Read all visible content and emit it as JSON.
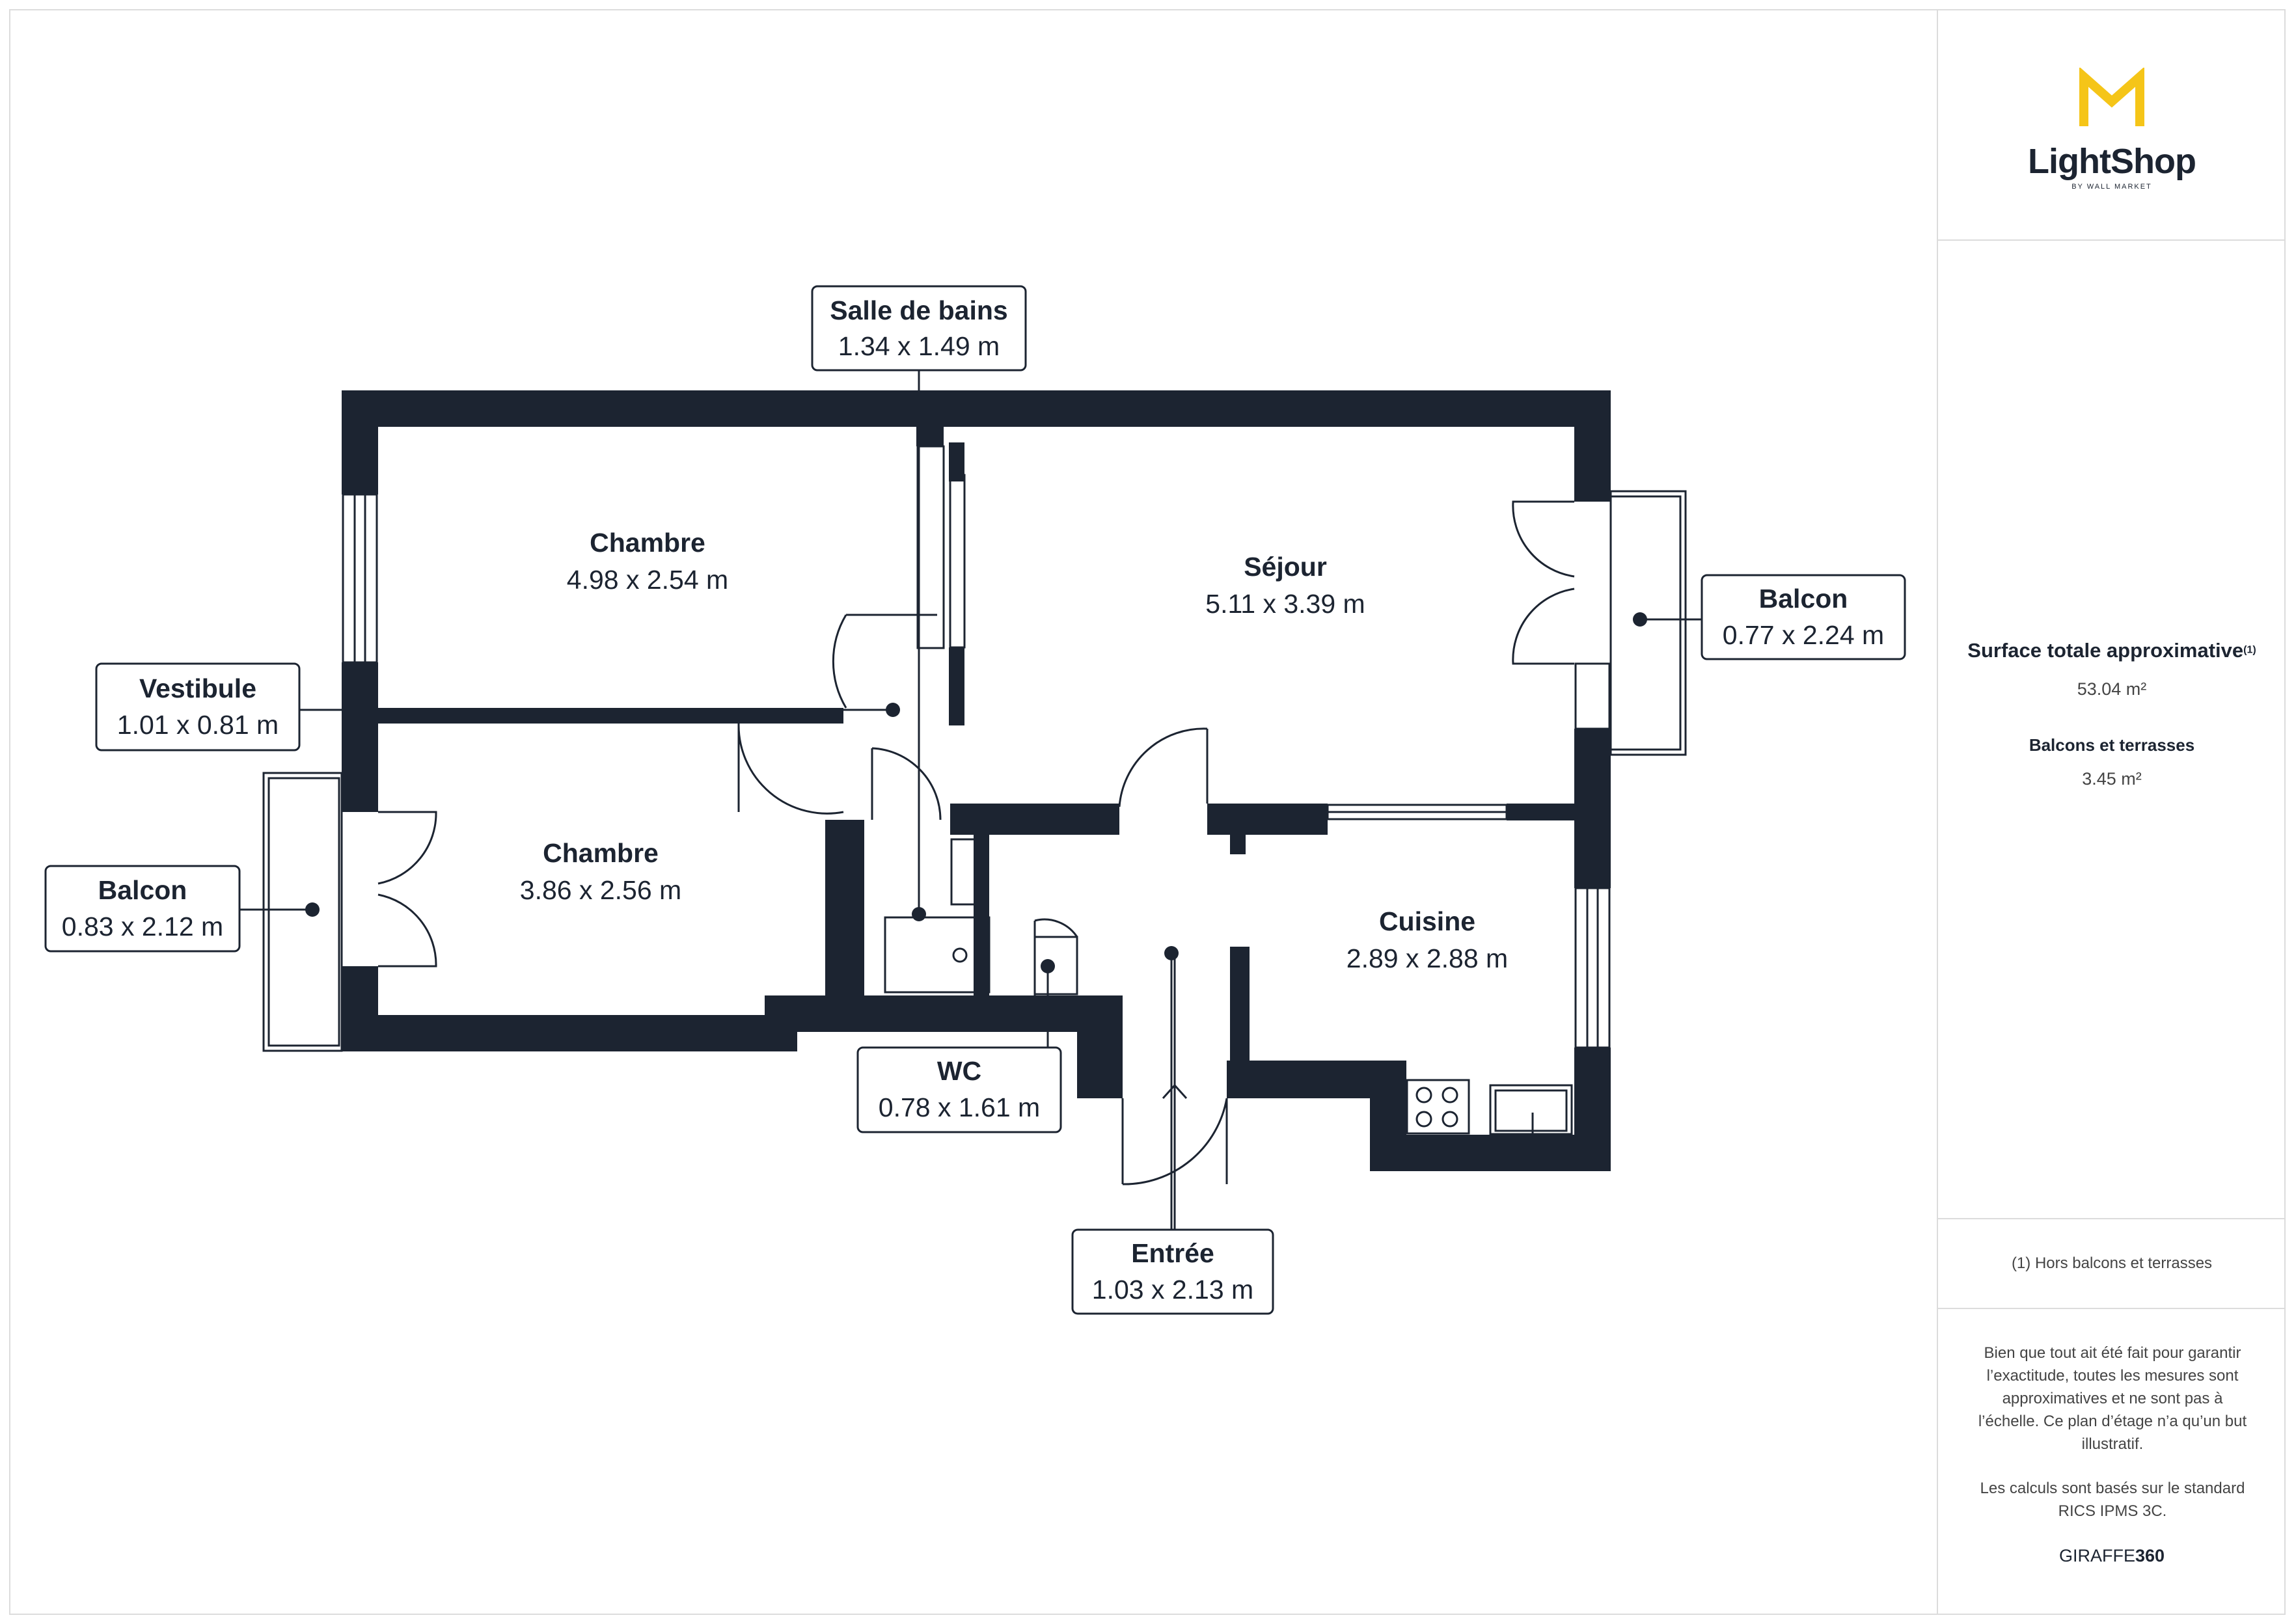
{
  "brand": {
    "name": "LightShop",
    "tagline": "BY WALL MARKET",
    "accent_color": "#f5c518"
  },
  "rooms": [
    {
      "id": "chambre1",
      "name": "Chambre",
      "dims": "4.98 x 2.54 m"
    },
    {
      "id": "sejour",
      "name": "Séjour",
      "dims": "5.11 x 3.39 m"
    },
    {
      "id": "chambre2",
      "name": "Chambre",
      "dims": "3.86 x 2.56 m"
    },
    {
      "id": "cuisine",
      "name": "Cuisine",
      "dims": "2.89 x 2.88 m"
    }
  ],
  "callouts": [
    {
      "id": "salle-de-bains",
      "name": "Salle de bains",
      "dims": "1.34 x 1.49 m"
    },
    {
      "id": "vestibule",
      "name": "Vestibule",
      "dims": "1.01 x 0.81 m"
    },
    {
      "id": "balcon-left",
      "name": "Balcon",
      "dims": "0.83 x 2.12 m"
    },
    {
      "id": "balcon-right",
      "name": "Balcon",
      "dims": "0.77 x 2.24 m"
    },
    {
      "id": "wc",
      "name": "WC",
      "dims": "0.78 x 1.61 m"
    },
    {
      "id": "entree",
      "name": "Entrée",
      "dims": "1.03 x 2.13 m"
    }
  ],
  "summary": {
    "total_label": "Surface totale approximative",
    "total_sup": "(1)",
    "total_value": "53.04 m²",
    "balcony_label": "Balcons et terrasses",
    "balcony_value": "3.45 m²"
  },
  "footnote": "(1) Hors balcons et terrasses",
  "disclaimer_1": "Bien que tout ait été fait pour garantir l’exactitude, toutes les mesures sont approximatives et ne sont pas à l’échelle. Ce plan d’étage n’a qu’un but illustratif.",
  "disclaimer_2": "Les calculs sont basés sur le standard RICS IPMS 3C.",
  "credit": {
    "light": "GIRAFFE",
    "bold": "360"
  },
  "colors": {
    "wall": "#1c2431",
    "text": "#1c2431",
    "border": "#dcdcdc"
  }
}
